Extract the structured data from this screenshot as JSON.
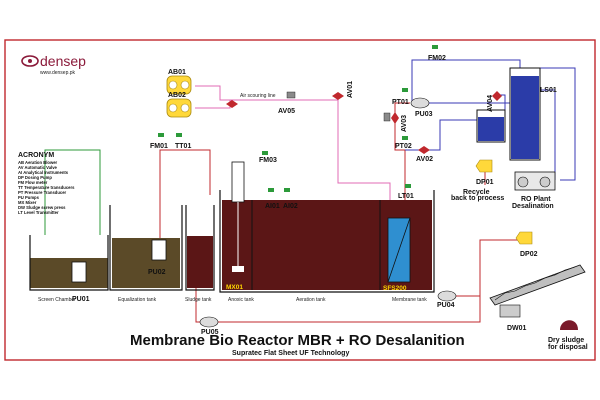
{
  "brand": {
    "name": "densep",
    "url": "www.densep.pk"
  },
  "title": "Membrane Bio Reactor MBR  + RO Desalanition",
  "subtitle": "Supratec Flat Sheet UF Technology",
  "acronym": {
    "heading": "ACRONYM",
    "items": [
      "AB Aeration Blower",
      "AV Automatic Valve",
      "AI Analytical Instruments",
      "DP Dosing Pump",
      "FM Flow meter",
      "TT Temperature transducers",
      "PT Pressure Transducer",
      "PU Pumps",
      "MX Mixer",
      "DW Sludge screw press",
      "LT Level Transmitter"
    ]
  },
  "equipment": {
    "ab01": "AB01",
    "ab02": "AB02",
    "air_line": "Air scouring line",
    "av05": "AV05",
    "av01": "AV01",
    "av02": "AV02",
    "av03": "AV03",
    "av04": "AV04",
    "fm01": "FM01",
    "tt01": "TT01",
    "fm03": "FM03",
    "fm02": "FM02",
    "ai01": "AI01",
    "ai02": "AI02",
    "lt01": "LT01",
    "pt01": "PT01",
    "pt02": "PT02",
    "pu01": "PU01",
    "pu02": "PU02",
    "pu03": "PU03",
    "pu04": "PU04",
    "pu05": "PU05",
    "mx01": "MX01",
    "sfs200": "SFS200",
    "ls01": "LS01",
    "dp01": "DP01",
    "dp02": "DP02",
    "dw01": "DW01"
  },
  "tanks": {
    "screen": "Screen Chamber",
    "equalization": "Equalization tank",
    "sludge": "Sludge tank",
    "anoxic": "Anoxic tank",
    "aeration": "Aeration tank",
    "membrane": "Membrane tank"
  },
  "notes": {
    "recycle1": "Recycle",
    "recycle2": "back to process",
    "ro1": "RO Plant",
    "ro2": "Desalination",
    "dry1": "Dry sludge",
    "dry2": "for disposal"
  }
}
